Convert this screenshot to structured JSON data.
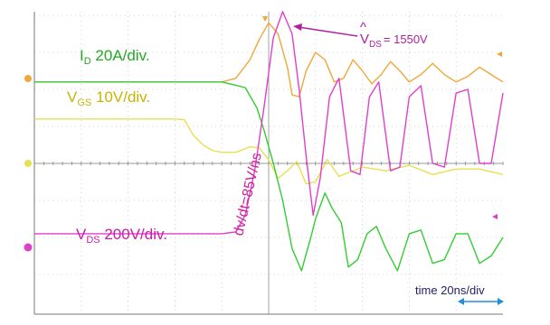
{
  "chart_data": {
    "type": "line",
    "x_unit": "ns",
    "y_unit": "div",
    "x_range": [
      0,
      200
    ],
    "y_range": [
      -3.5,
      4
    ],
    "grid": true,
    "time_scale": "time 20ns/div",
    "peak_annotation": {
      "hat": "^",
      "label_main": "V",
      "label_sub": "DS",
      "label_value": "= 1550V"
    },
    "slope_annotation": "dv/dt=85V/ns",
    "series": [
      {
        "name": "I_D",
        "scale_main": "I",
        "scale_sub": "D",
        "scale_rest": " 20A/div.",
        "color": "#33cc33",
        "x": [
          0,
          80,
          90,
          95,
          98,
          102,
          106,
          110,
          114,
          118,
          120,
          124,
          127,
          131,
          134,
          138,
          142,
          146,
          150,
          155,
          160,
          165,
          170,
          175,
          180,
          185,
          190,
          195,
          200
        ],
        "y": [
          2.2,
          2.2,
          2.05,
          1.5,
          0.9,
          0.0,
          -1.0,
          -2.3,
          -2.9,
          -2.0,
          -1.5,
          -0.8,
          -1.2,
          -1.6,
          -2.8,
          -2.6,
          -1.9,
          -1.7,
          -2.3,
          -2.9,
          -1.9,
          -1.8,
          -2.7,
          -2.6,
          -1.9,
          -1.9,
          -2.7,
          -2.5,
          -2.0
        ]
      },
      {
        "name": "V_GS",
        "scale_main": "V",
        "scale_sub": "GS",
        "scale_rest": "  10V/div.",
        "color": "#e8e050",
        "x": [
          0,
          40,
          52,
          60,
          64,
          68,
          72,
          76,
          80,
          86,
          92,
          96,
          100,
          104,
          108,
          112,
          116,
          120,
          125,
          130,
          140,
          150,
          160,
          170,
          180,
          190,
          200
        ],
        "y": [
          1.2,
          1.2,
          1.2,
          1.2,
          1.18,
          0.75,
          0.5,
          0.35,
          0.3,
          0.3,
          0.45,
          0.42,
          0.1,
          -0.4,
          -0.2,
          0.05,
          -0.55,
          -0.5,
          0.1,
          -0.35,
          -0.1,
          -0.2,
          -0.05,
          -0.3,
          -0.15,
          -0.15,
          -0.3
        ]
      },
      {
        "name": "V_DS",
        "scale_main": "V",
        "scale_sub": "DS",
        "scale_rest": " 200V/div.",
        "color": "#e040c8",
        "x": [
          0,
          80,
          86,
          90,
          94,
          98,
          102,
          106,
          110,
          113,
          116,
          119,
          122,
          126,
          130,
          135,
          139,
          143,
          147,
          152,
          156,
          160,
          165,
          170,
          175,
          180,
          185,
          190,
          195,
          200
        ],
        "y": [
          -1.9,
          -1.9,
          -1.85,
          -1.4,
          -0.2,
          1.5,
          3.4,
          4.1,
          3.5,
          2.0,
          0.2,
          -1.4,
          -0.4,
          1.8,
          2.3,
          -0.2,
          -0.3,
          1.8,
          2.2,
          -0.2,
          -0.1,
          1.8,
          2.1,
          0.0,
          -0.1,
          1.9,
          2.0,
          0.0,
          0.0,
          1.9
        ]
      },
      {
        "name": "orange",
        "color": "#f0a83a",
        "x": [
          0,
          80,
          86,
          92,
          96,
          100,
          104,
          108,
          110,
          113,
          116,
          120,
          124,
          128,
          132,
          136,
          140,
          144,
          148,
          152,
          156,
          160,
          165,
          170,
          175,
          180,
          185,
          190,
          195,
          200
        ],
        "y": [
          2.2,
          2.2,
          2.3,
          2.8,
          3.35,
          3.8,
          3.5,
          2.6,
          1.85,
          1.8,
          2.5,
          3.0,
          2.8,
          2.2,
          2.3,
          2.8,
          2.5,
          2.15,
          2.4,
          2.75,
          2.5,
          2.2,
          2.4,
          2.7,
          2.4,
          2.2,
          2.35,
          2.6,
          2.4,
          2.2
        ]
      }
    ]
  }
}
